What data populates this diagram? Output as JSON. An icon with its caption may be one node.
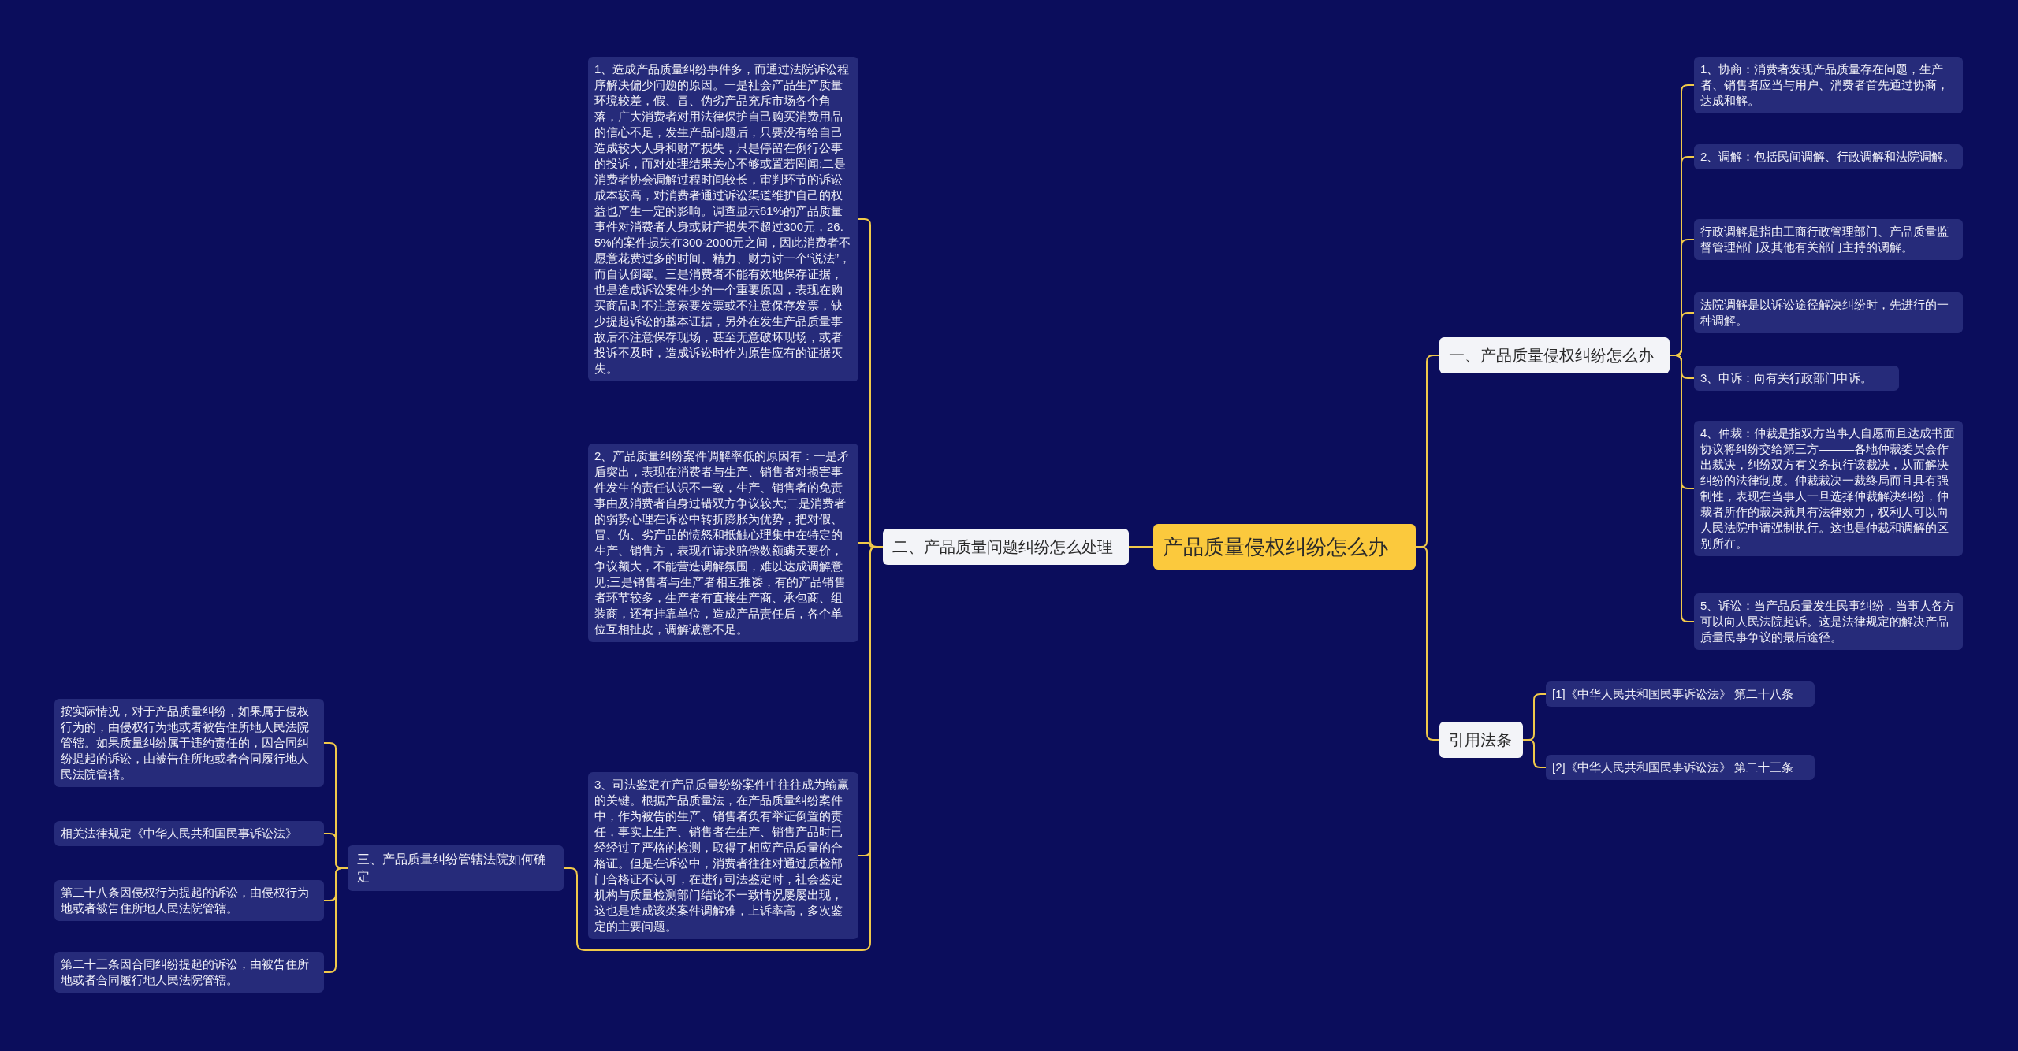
{
  "diagram": {
    "nodes": [
      {
        "text": [
          "产品质量侵权纠纷怎么办"
        ]
      },
      {
        "text": [
          "一、产品质量侵权纠纷怎么办"
        ]
      },
      {
        "text": [
          "1、协商：消费者发现产品质量存在问题，生产者、销售者应当与用户、消费者首先通过协商，达成和解。"
        ]
      },
      {
        "text": [
          "2、调解：包括民间调解、行政调解和法院调解。"
        ]
      },
      {
        "text": [
          "行政调解是指由工商行政管理部门、产品质量监督管理部门及其他有关部门主持的调解。"
        ]
      },
      {
        "text": [
          "法院调解是以诉讼途径解决纠纷时，先进行的一种调解。"
        ]
      },
      {
        "text": [
          "3、申诉：向有关行政部门申诉。"
        ]
      },
      {
        "text": [
          "4、仲裁：仲裁是指双方当事人自愿而且达成书面协议将纠纷交给第三方———各地仲裁委员会作出裁决，纠纷双方有义务执行该裁决，从而解决纠纷的法律制度。仲裁裁决一裁终局而且具有强制性，表现在当事人一旦选择仲裁解决纠纷，仲裁者所作的裁决就具有法律效力，权利人可以向人民法院申请强制执行。这也是仲裁和调解的区别所在。"
        ]
      },
      {
        "text": [
          "5、诉讼：当产品质量发生民事纠纷，当事人各方可以向人民法院起诉。这是法律规定的解决产品质量民事争议的最后途径。"
        ]
      },
      {
        "text": [
          "引用法条"
        ]
      },
      {
        "text": [
          "[1]《中华人民共和国民事诉讼法》 第二十八条"
        ]
      },
      {
        "text": [
          "[2]《中华人民共和国民事诉讼法》 第二十三条"
        ]
      },
      {
        "text": [
          "二、产品质量问题纠纷怎么处理"
        ]
      },
      {
        "text": [
          "1、造成产品质量纠纷事件多，而通过法院诉讼程序解决偏少问题的原因。一是社会产品生产质量环境较差，假、冒、伪劣产品充斥市场各个角落，广大消费者对用法律保护自己购买消费用品的信心不足，发生产品问题后，只要没有给自己造成较大人身和财产损失，只是停留在例行公事的投诉，而对处理结果关心不够或置若罔闻;二是消费者协会调解过程时间较长，审判环节的诉讼成本较高，对消费者通过诉讼渠道维护自己的权益也产生一定的影响。调查显示61%的产品质量事件对消费者人身或财产损失不超过300元，26.5%的案件损失在300-2000元之间，因此消费者不愿意花费过多的时间、精力、财力讨一个“说法”，而自认倒霉。三是消费者不能有效地保存证据，也是造成诉讼案件少的一个重要原因，表现在购买商品时不注意索要发票或不注意保存发票，缺少提起诉讼的基本证据，另外在发生产品质量事故后不注意保存现场，甚至无意破坏现场，或者投诉不及时，造成诉讼时作为原告应有的证据灭失。"
        ]
      },
      {
        "text": [
          "2、产品质量纠纷案件调解率低的原因有：一是矛盾突出，表现在消费者与生产、销售者对损害事件发生的责任认识不一致，生产、销售者的免责事由及消费者自身过错双方争议较大;二是消费者的弱势心理在诉讼中转折膨胀为优势，把对假、冒、伪、劣产品的愤怒和抵触心理集中在特定的生产、销售方，表现在请求赔偿数额瞒天要价，争议额大，不能营造调解氛围，难以达成调解意见;三是销售者与生产者相互推诿，有的产品销售者环节较多，生产者有直接生产商、承包商、组装商，还有挂靠单位，造成产品责任后，各个单位互相扯皮，调解诚意不足。"
        ]
      },
      {
        "text": [
          "3、司法鉴定在产品质量纷纷案件中往往成为输赢的关键。根据产品质量法，在产品质量纠纷案件中，作为被告的生产、销售者负有举证倒置的责任，事实上生产、销售者在生产、销售产品时已经经过了严格的检测，取得了相应产品质量的合格证。但是在诉讼中，消费者往往对通过质检部门合格证不认可，在进行司法鉴定时，社会鉴定机构与质量检测部门结论不一致情况屡屡出现，这也是造成该类案件调解难，上诉率高，多次鉴定的主要问题。"
        ]
      },
      {
        "text": [
          "三、产品质量纠纷管辖法院如何确定"
        ]
      },
      {
        "text": [
          "按实际情况，对于产品质量纠纷，如果属于侵权行为的，由侵权行为地或者被告住所地人民法院管辖。如果质量纠纷属于违约责任的，因合同纠纷提起的诉讼，由被告住所地或者合同履行地人民法院管辖。"
        ]
      },
      {
        "text": [
          "相关法律规定《中华人民共和国民事诉讼法》"
        ]
      },
      {
        "text": [
          "第二十八条因侵权行为提起的诉讼，由侵权行为地或者被告住所地人民法院管辖。"
        ]
      },
      {
        "text": [
          "第二十三条因合同纠纷提起的诉讼，由被告住所地或者合同履行地人民法院管辖。"
        ]
      }
    ],
    "edges": [
      {
        "from": 0,
        "to": 1,
        "arrow": "none"
      },
      {
        "from": 1,
        "to": 2,
        "arrow": "none"
      },
      {
        "from": 1,
        "to": 3,
        "arrow": "none"
      },
      {
        "from": 1,
        "to": 4,
        "arrow": "none"
      },
      {
        "from": 1,
        "to": 5,
        "arrow": "none"
      },
      {
        "from": 1,
        "to": 6,
        "arrow": "none"
      },
      {
        "from": 1,
        "to": 7,
        "arrow": "none"
      },
      {
        "from": 1,
        "to": 8,
        "arrow": "none"
      },
      {
        "from": 0,
        "to": 9,
        "arrow": "none"
      },
      {
        "from": 9,
        "to": 10,
        "arrow": "none"
      },
      {
        "from": 9,
        "to": 11,
        "arrow": "none"
      },
      {
        "from": 0,
        "to": 12,
        "arrow": "none"
      },
      {
        "from": 12,
        "to": 13,
        "arrow": "none"
      },
      {
        "from": 12,
        "to": 14,
        "arrow": "none"
      },
      {
        "from": 12,
        "to": 15,
        "arrow": "none"
      },
      {
        "from": 12,
        "to": 16,
        "arrow": "none"
      },
      {
        "from": 16,
        "to": 17,
        "arrow": "none"
      },
      {
        "from": 16,
        "to": 18,
        "arrow": "none"
      },
      {
        "from": 16,
        "to": 19,
        "arrow": "none"
      },
      {
        "from": 16,
        "to": 20,
        "arrow": "none"
      }
    ]
  }
}
